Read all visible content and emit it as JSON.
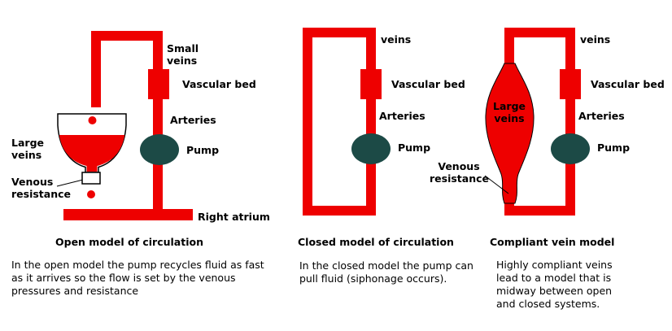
{
  "colors": {
    "pipe": "#ee0000",
    "pump": "#1c4a46",
    "outline": "#000000"
  },
  "diagrams": {
    "open": {
      "labels": {
        "small_veins": "Small\nveins",
        "vascular_bed": "Vascular bed",
        "arteries": "Arteries",
        "pump": "Pump",
        "large_veins": "Large\nveins",
        "venous_resistance": "Venous\nresistance",
        "right_atrium": "Right atrium"
      },
      "title": "Open model of circulation",
      "caption": "In the open model the pump recycles fluid as fast\nas it arrives so the flow is set by the venous\npressures and resistance"
    },
    "closed": {
      "labels": {
        "veins": "veins",
        "vascular_bed": "Vascular bed",
        "arteries": "Arteries",
        "pump": "Pump"
      },
      "title": "Closed model of circulation",
      "caption": "In the closed model the pump can\npull fluid (siphonage occurs)."
    },
    "compliant": {
      "labels": {
        "veins": "veins",
        "vascular_bed": "Vascular bed",
        "arteries": "Arteries",
        "pump": "Pump",
        "large_veins": "Large\nveins",
        "venous_resistance": "Venous\nresistance"
      },
      "title": "Compliant vein model",
      "caption": "Highly compliant veins\nlead to a model that is\nmidway between open\nand closed systems."
    }
  }
}
